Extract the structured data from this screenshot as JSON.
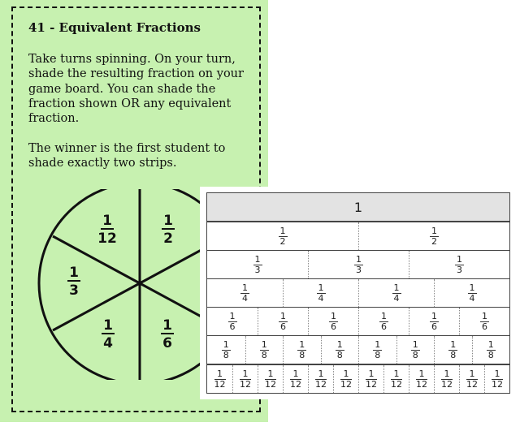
{
  "card": {
    "title": "41 - Equivalent Fractions",
    "paragraph1": "Take turns spinning. On your turn, shade the resulting fraction on your game board. You can shade the fraction shown OR any equivalent fraction.",
    "paragraph2": "The winner is the first student to shade exactly two strips."
  },
  "spinner": {
    "sections": [
      {
        "num": "1",
        "den": "12"
      },
      {
        "num": "1",
        "den": "2"
      },
      {
        "num": "1",
        "den": "3"
      },
      {
        "num": "1",
        "den": "4"
      },
      {
        "num": "1",
        "den": "6"
      }
    ]
  },
  "fraction_strips": {
    "whole": "1",
    "rows": [
      {
        "num": "1",
        "den": "2",
        "count": 2
      },
      {
        "num": "1",
        "den": "3",
        "count": 3
      },
      {
        "num": "1",
        "den": "4",
        "count": 4
      },
      {
        "num": "1",
        "den": "6",
        "count": 6
      },
      {
        "num": "1",
        "den": "8",
        "count": 8
      },
      {
        "num": "1",
        "den": "12",
        "count": 12
      }
    ]
  }
}
